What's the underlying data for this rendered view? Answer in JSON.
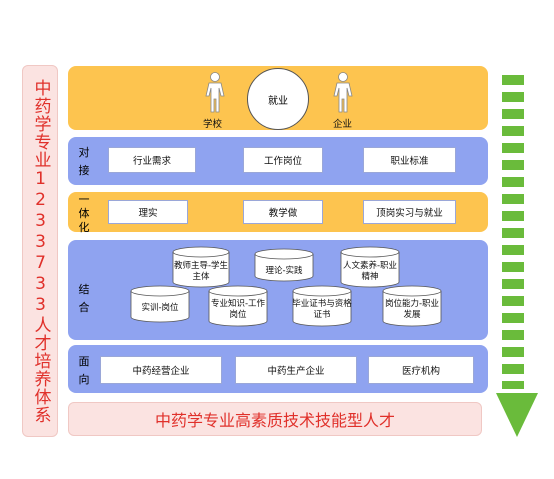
{
  "left_title": "中药学专业1233733人才培养体系",
  "top_band": {
    "person_left": "学校",
    "center": "就业",
    "person_right": "企业"
  },
  "rows": {
    "duijie": {
      "label": "对接",
      "items": [
        "行业需求",
        "工作岗位",
        "职业标准"
      ]
    },
    "yitihua": {
      "label": "一体化",
      "items": [
        "理实",
        "教学做",
        "顶岗实习与就业"
      ]
    },
    "jiehe": {
      "label": "结合",
      "items": [
        "教师主导-学生主体",
        "理论-实践",
        "人文素养-职业精神",
        "实训-岗位",
        "专业知识-工作岗位",
        "毕业证书与资格证书",
        "岗位能力-职业发展"
      ]
    },
    "mianxiang": {
      "label": "面向",
      "items": [
        "中药经营企业",
        "中药生产企业",
        "医疗机构"
      ]
    }
  },
  "bottom_title": "中药学专业高素质技术技能型人才",
  "colors": {
    "orange": "#fdc44f",
    "blue": "#8fa3f0",
    "pink": "#fbe3e1",
    "red": "#e0302a",
    "green": "#6abb3b"
  }
}
